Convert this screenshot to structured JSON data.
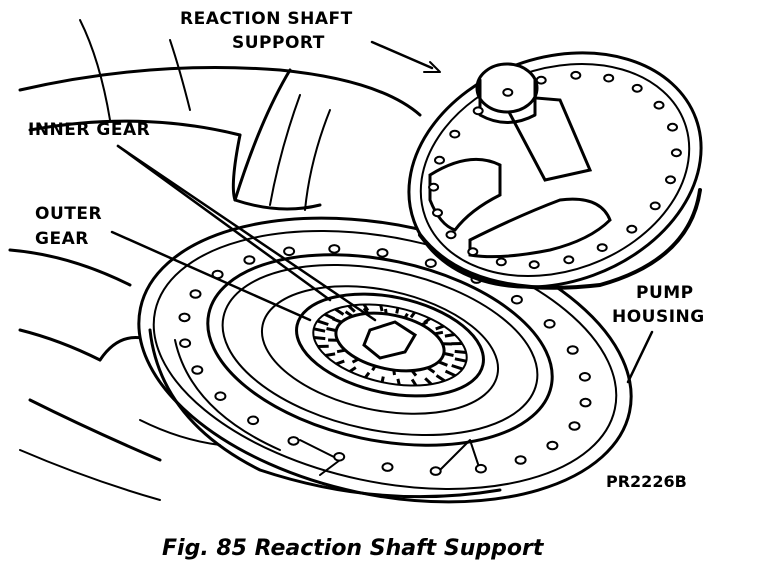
{
  "labels": {
    "reaction_line1": "REACTION SHAFT",
    "reaction_line2": "SUPPORT",
    "inner_gear": "INNER GEAR",
    "outer_line1": "OUTER",
    "outer_line2": "GEAR",
    "pump_line1": "PUMP",
    "pump_line2": "HOUSING"
  },
  "figure_code": "PR2226B",
  "caption": "Fig. 85 Reaction Shaft Support"
}
